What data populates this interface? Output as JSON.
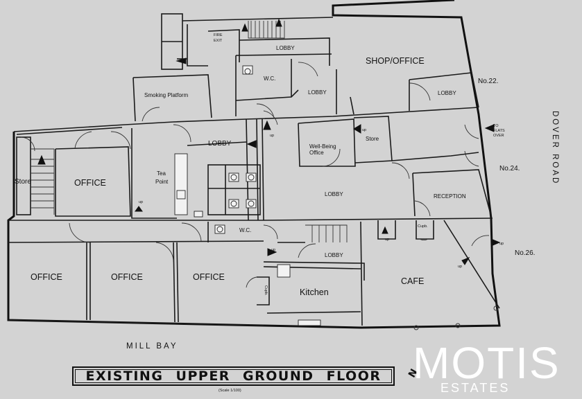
{
  "title": "EXISTING  UPPER GROUND FLOOR",
  "scale_note": "(Scale 1/100)",
  "streets": {
    "south": "MILL BAY",
    "east": "DOVER  ROAD"
  },
  "addresses": [
    "No.22.",
    "No.24.",
    "No.26."
  ],
  "rooms": {
    "office_west": "OFFICE",
    "office_sw1": "OFFICE",
    "office_sw2": "OFFICE",
    "office_sw3": "OFFICE",
    "store_west": "Store",
    "tea_point_1": "Tea",
    "tea_point_2": "Point",
    "lobby_west": "LOBBY",
    "smoking_platform": "Smoking Platform",
    "fire_exit_1": "FIRE",
    "fire_exit_2": "EXIT",
    "lobby_north": "LOBBY",
    "wc_north": "W.C.",
    "lobby_mid_north": "LOBBY",
    "shop_office": "SHOP/OFFICE",
    "lobby_east_north": "LOBBY",
    "to_flats_1": "TO",
    "to_flats_2": "FLATS",
    "to_flats_3": "OVER",
    "wellbeing_1": "Well-Being",
    "wellbeing_2": "Office",
    "store_mid": "Store",
    "lobby_central": "LOBBY",
    "reception": "RECEPTION",
    "wc_south": "W.C.",
    "lobby_south": "LOBBY",
    "kitchen": "Kitchen",
    "cafe": "CAFE",
    "cupb_1": "Cupb.",
    "cupb_2": "Cupb."
  },
  "up_labels": [
    "up",
    "up",
    "up",
    "up",
    "up",
    "up",
    "up"
  ],
  "logo": {
    "main": "MOTIS",
    "sub": "ESTATES"
  },
  "compass": "N"
}
